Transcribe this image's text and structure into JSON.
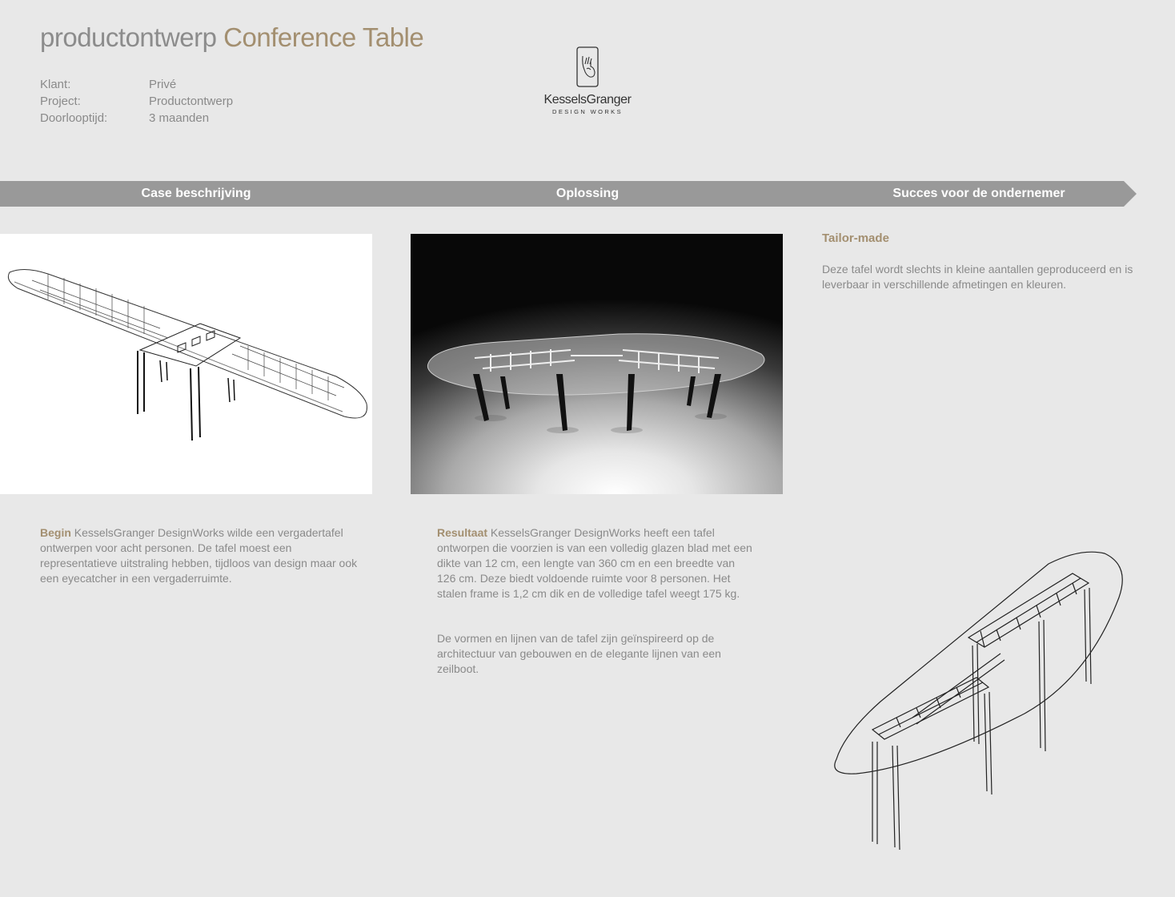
{
  "header": {
    "title_prefix": "productontwerp",
    "title_name": "Conference Table",
    "meta": [
      {
        "label": "Klant:",
        "value": "Privé"
      },
      {
        "label": "Project:",
        "value": "Productontwerp"
      },
      {
        "label": "Doorlooptijd:",
        "value": "3 maanden"
      }
    ]
  },
  "logo": {
    "name": "KesselsGranger",
    "sub": "DESIGN WORKS",
    "icon": "hand-logo-icon"
  },
  "banner": {
    "items": [
      "Case beschrijving",
      "Oplossing",
      "Succes voor de ondernemer"
    ]
  },
  "images": {
    "sketch": "table-sketch-image",
    "render": "table-render-image",
    "drawing": "table-line-drawing-image"
  },
  "columns": {
    "case": {
      "lead": "Begin",
      "text": " KesselsGranger DesignWorks wilde een vergadertafel ontwerpen voor acht personen. De tafel moest een representatieve uitstraling hebben, tijdloos van design maar ook een eyecatcher in een vergaderruimte."
    },
    "solution": {
      "lead": "Resultaat",
      "text": " KesselsGranger DesignWorks heeft een tafel ontworpen die voorzien is van een volledig glazen blad met een dikte van 12 cm, een lengte van 360 cm en een breedte van 126 cm. Deze biedt voldoende ruimte voor 8 personen. Het stalen frame is 1,2 cm dik en de volledige tafel weegt 175 kg.",
      "text2": "De vormen en lijnen van de tafel zijn geïnspireerd op de architectuur van gebouwen en de elegante lijnen van een zeilboot."
    },
    "success": {
      "heading": "Tailor-made",
      "text": "Deze tafel wordt slechts in kleine aantallen geproduceerd en is leverbaar in verschillende afmetingen en kleuren."
    }
  },
  "colors": {
    "accent": "#a38f70",
    "banner": "#999999",
    "background": "#e8e8e8"
  }
}
